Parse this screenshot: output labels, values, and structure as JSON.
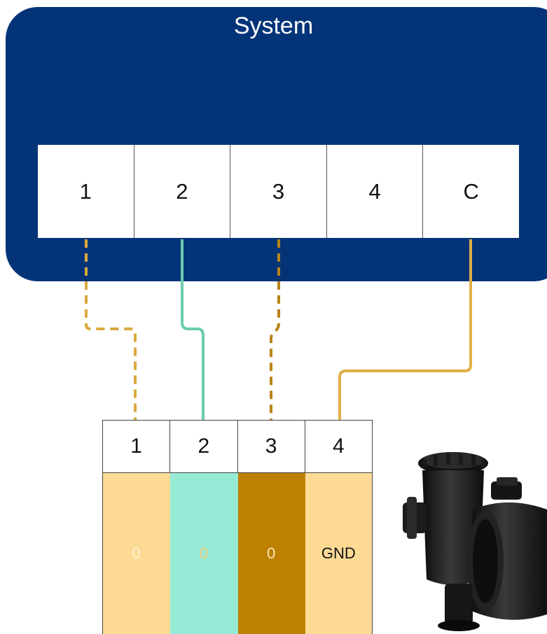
{
  "system": {
    "title": "System",
    "terminals": [
      "1",
      "2",
      "3",
      "4",
      "C"
    ]
  },
  "connector": {
    "pins": [
      "1",
      "2",
      "3",
      "4"
    ],
    "slots": [
      {
        "label": "0",
        "fill": "#FDDB95",
        "text_color": "#FFF1D3"
      },
      {
        "label": "0",
        "fill": "#97EBD6",
        "text_color": "#F5CB7A"
      },
      {
        "label": "0",
        "fill": "#BE8001",
        "text_color": "#FCE6B8"
      },
      {
        "label": "GND",
        "fill": "#FDDB95",
        "text_color": "#111111"
      }
    ]
  },
  "wires": [
    {
      "from": "system.1",
      "to": "connector.1",
      "style": "dashed",
      "color": "#D9A93E"
    },
    {
      "from": "system.2",
      "to": "connector.2",
      "style": "solid",
      "color": "#6ACDAF"
    },
    {
      "from": "system.3",
      "to": "connector.3",
      "style": "dashed",
      "color": "#B88416"
    },
    {
      "from": "system.C",
      "to": "connector.4",
      "style": "solid",
      "color": "#E0B045"
    }
  ],
  "colors": {
    "panel": "#043478",
    "pump": "#1b1b1b"
  },
  "image": {
    "icon": "pool-pump-icon"
  }
}
